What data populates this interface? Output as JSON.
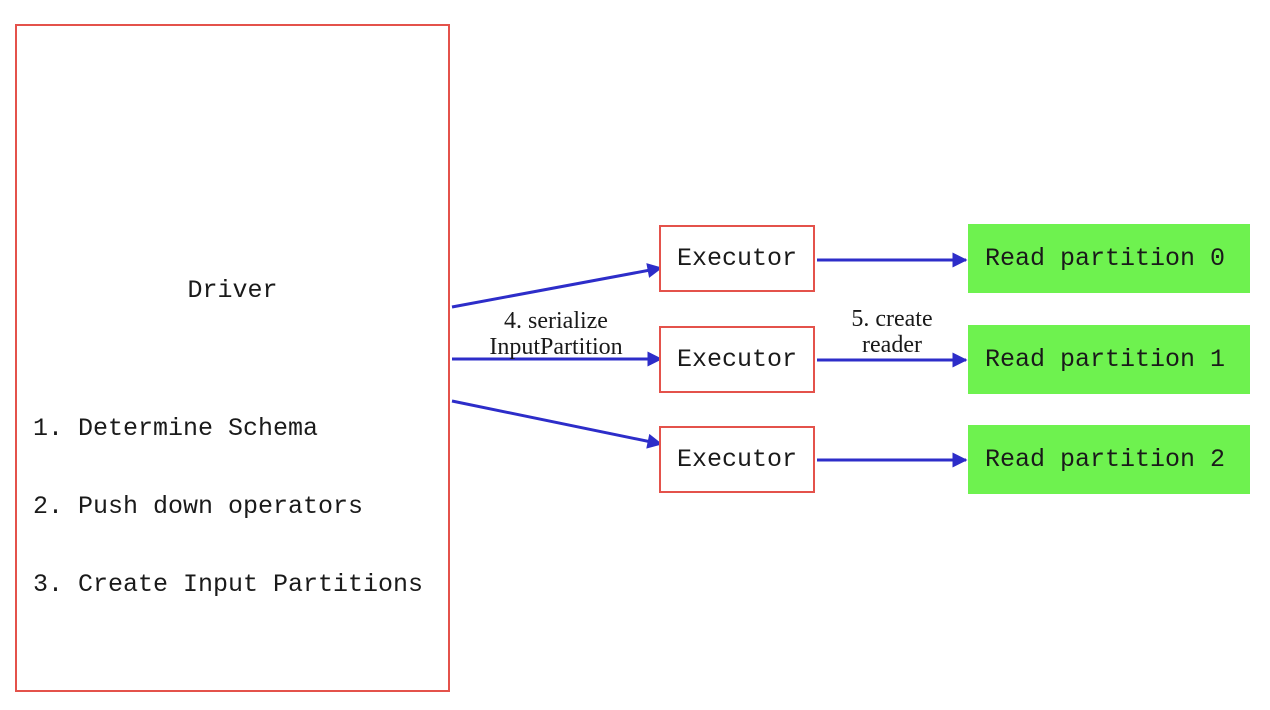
{
  "diagram": {
    "driver": {
      "title": "Driver",
      "steps": [
        "1. Determine Schema",
        "2. Push down operators",
        "3. Create Input Partitions"
      ]
    },
    "executors": [
      {
        "label": "Executor"
      },
      {
        "label": "Executor"
      },
      {
        "label": "Executor"
      }
    ],
    "partitions": [
      {
        "label": "Read partition 0"
      },
      {
        "label": "Read partition 1"
      },
      {
        "label": "Read partition 2"
      }
    ],
    "edge_labels": {
      "serialize": "4. serialize\nInputPartition",
      "create_reader": "5. create\nreader"
    },
    "colors": {
      "box_border_red": "#e4524b",
      "arrow_blue": "#2d2dc9",
      "partition_green": "#6ef24f",
      "text_black": "#1a1a1a",
      "background": "#ffffff"
    }
  }
}
